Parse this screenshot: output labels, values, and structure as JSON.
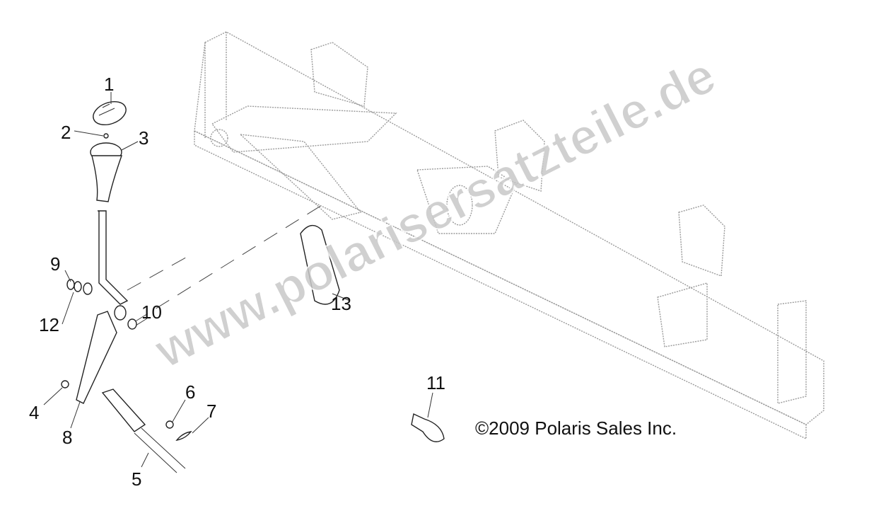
{
  "diagram": {
    "callouts": {
      "c1": "1",
      "c2": "2",
      "c3": "3",
      "c4": "4",
      "c5": "5",
      "c6": "6",
      "c7": "7",
      "c8": "8",
      "c9": "9",
      "c10": "10",
      "c11": "11",
      "c12": "12",
      "c13": "13"
    },
    "copyright": "©2009 Polaris Sales Inc.",
    "watermark": "www.polarisersatzteile.de"
  }
}
